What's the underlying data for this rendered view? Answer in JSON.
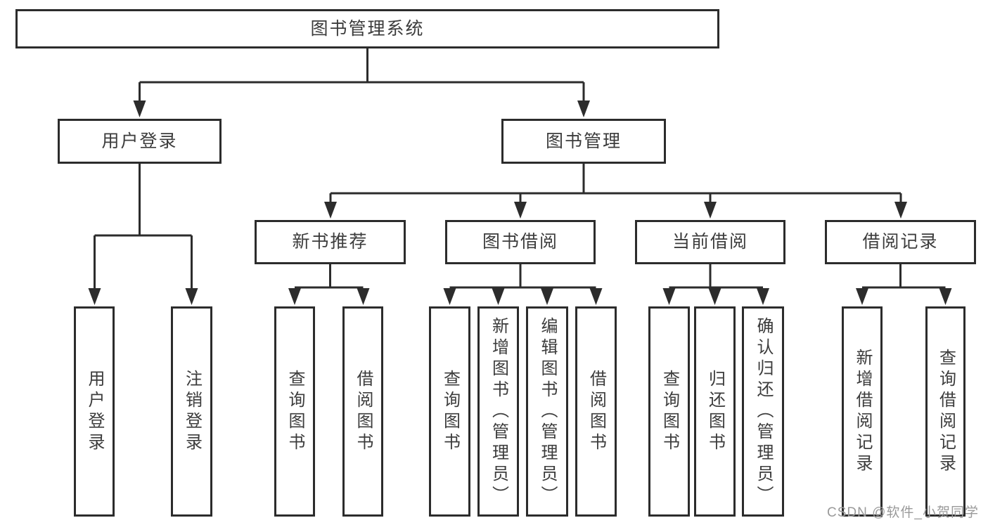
{
  "tree": {
    "label": "图书管理系统",
    "children": [
      {
        "label": "用户登录",
        "children": [
          {
            "label": "用户登录"
          },
          {
            "label": "注销登录"
          }
        ]
      },
      {
        "label": "图书管理",
        "children": [
          {
            "label": "新书推荐",
            "children": [
              {
                "label": "查询图书"
              },
              {
                "label": "借阅图书"
              }
            ]
          },
          {
            "label": "图书借阅",
            "children": [
              {
                "label": "查询图书"
              },
              {
                "label": "新增图书（管理员）"
              },
              {
                "label": "编辑图书（管理员）"
              },
              {
                "label": "借阅图书"
              }
            ]
          },
          {
            "label": "当前借阅",
            "children": [
              {
                "label": "查询图书"
              },
              {
                "label": "归还图书"
              },
              {
                "label": "确认归还（管理员）"
              }
            ]
          },
          {
            "label": "借阅记录",
            "children": [
              {
                "label": "新增借阅记录"
              },
              {
                "label": "查询借阅记录"
              }
            ]
          }
        ]
      }
    ]
  },
  "watermark": {
    "text": "CSDN @软件_小贺同学"
  },
  "colors": {
    "line": "#2c2c2c",
    "text": "#3c3c3c",
    "watermark": "#9a9a9a",
    "background": "#ffffff"
  }
}
